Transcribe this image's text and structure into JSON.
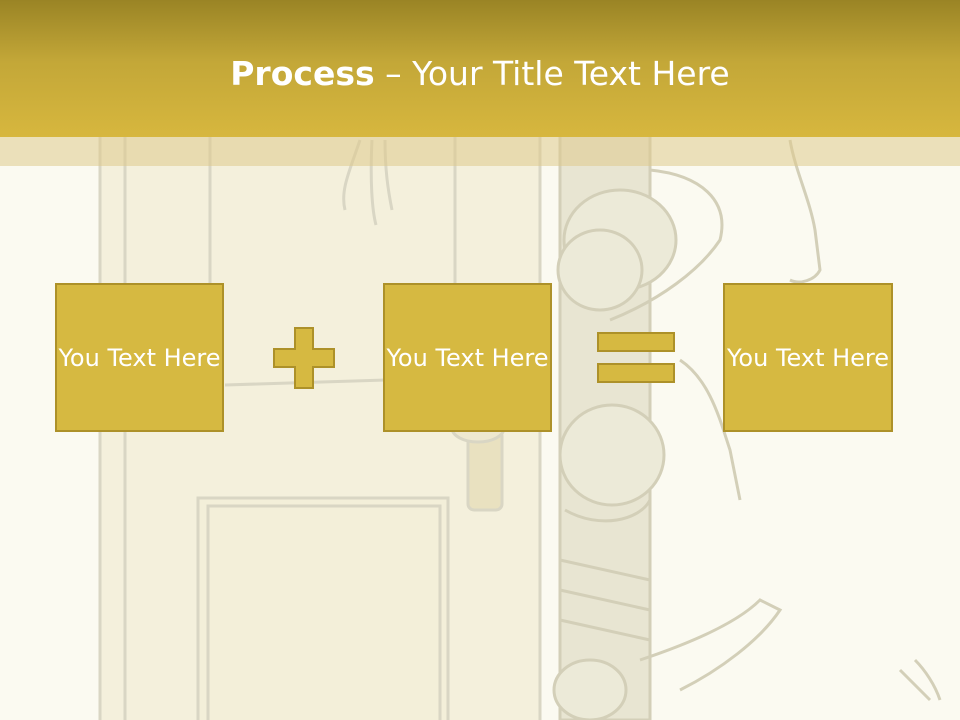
{
  "slide": {
    "title_bold": "Process",
    "title_rest": " – Your Title Text Here",
    "boxes": [
      {
        "text": "You Text Here"
      },
      {
        "text": "You Text Here"
      },
      {
        "text": "You Text Here"
      }
    ],
    "operators": [
      "plus-icon",
      "equals-icon"
    ]
  },
  "colors": {
    "title_bar": "#c3a738",
    "box_fill": "#d6b941",
    "box_border": "#ad9129",
    "background": "#fbfaf1"
  }
}
